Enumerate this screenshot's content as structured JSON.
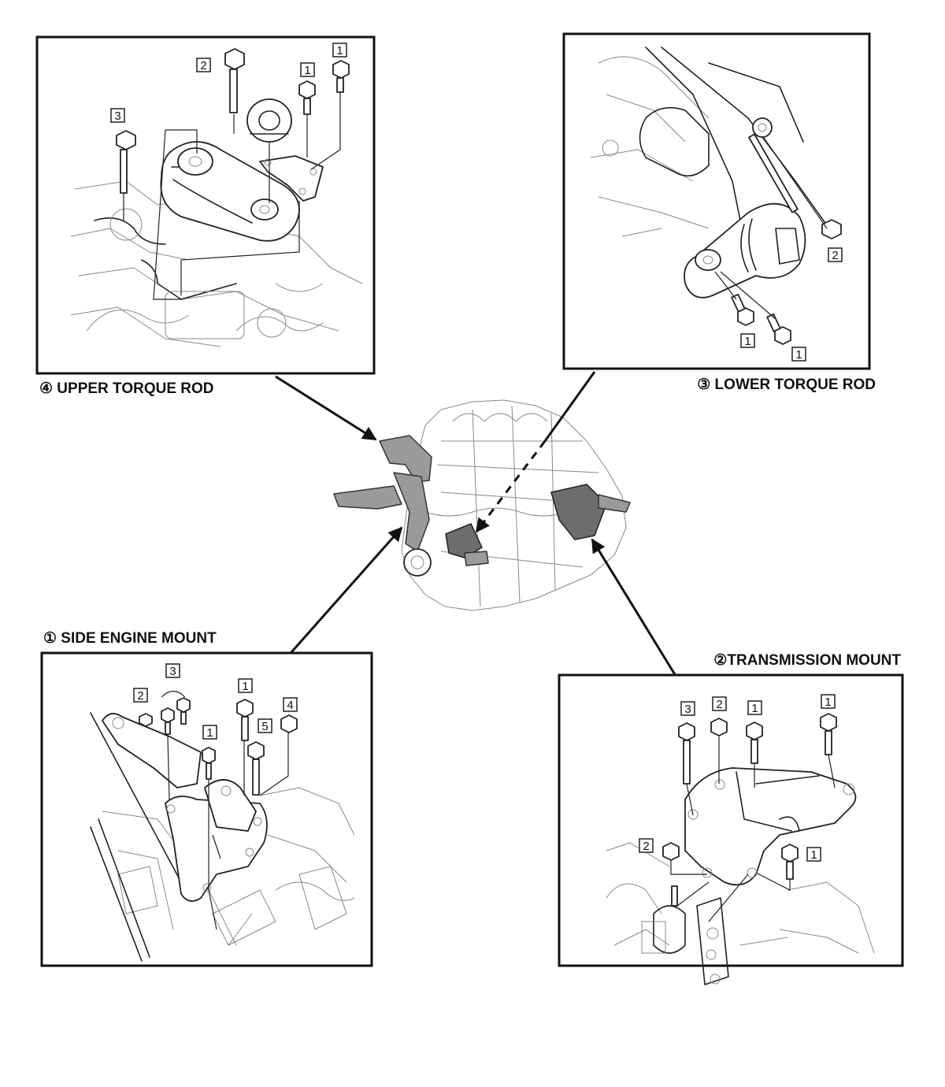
{
  "panels": {
    "upper_torque_rod": {
      "caption": "④ UPPER TORQUE ROD",
      "callouts": [
        "1",
        "1",
        "2",
        "3"
      ]
    },
    "lower_torque_rod": {
      "caption": "③ LOWER TORQUE ROD",
      "callouts": [
        "2",
        "1",
        "1"
      ]
    },
    "side_engine_mount": {
      "caption": "① SIDE ENGINE MOUNT",
      "callouts": [
        "3",
        "2",
        "1",
        "4",
        "5",
        "1"
      ]
    },
    "transmission_mount": {
      "caption": "②TRANSMISSION MOUNT",
      "callouts": [
        "1",
        "3",
        "2",
        "1",
        "2",
        "1"
      ]
    }
  }
}
